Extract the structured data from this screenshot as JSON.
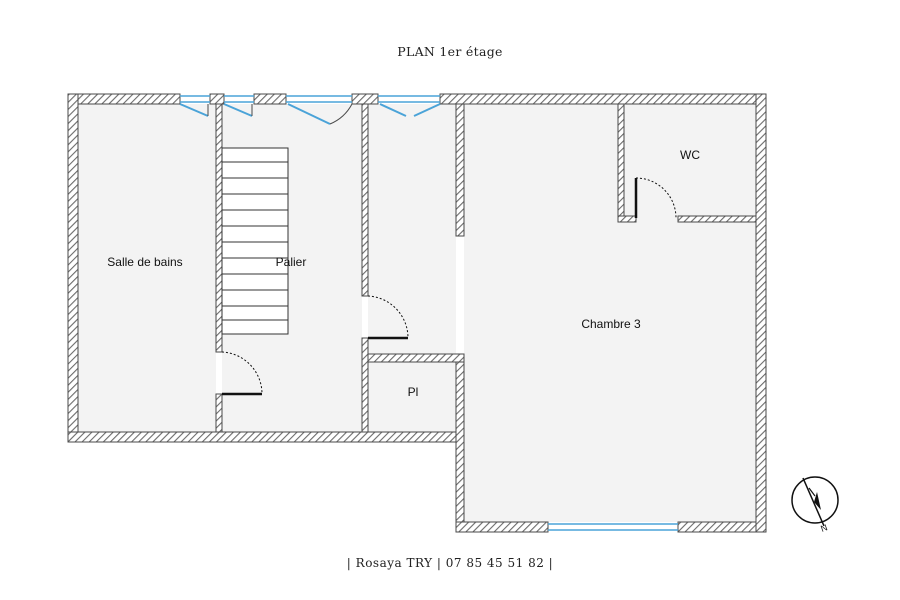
{
  "plan": {
    "title": "PLAN 1er étage",
    "rooms": {
      "salle_de_bains": "Salle de bains",
      "palier": "Palier",
      "chambre_3": "Chambre 3",
      "wc": "WC",
      "placard": "Pl"
    },
    "footer": "| Rosaya TRY | 07 85 45 51 82 |",
    "colors": {
      "wall_fill": "#ffffff",
      "wall_hatch": "#6b6b6b",
      "wall_edge": "#4a4a4a",
      "room_fill": "#f3f3f3",
      "window": "#4aa3d8",
      "door": "#111111"
    },
    "compass_icon": "north-arrow-icon"
  }
}
